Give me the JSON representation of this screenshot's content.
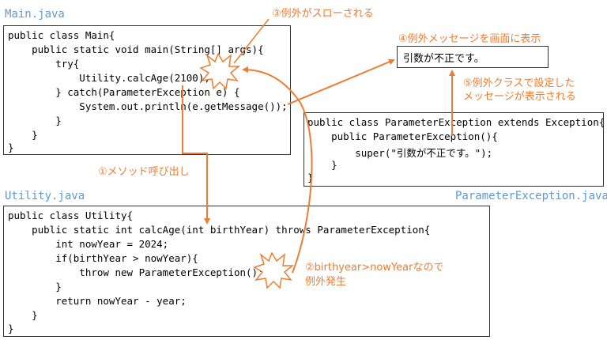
{
  "files": {
    "main": {
      "label": "Main.java",
      "lines": [
        "public class Main{",
        "    public static void main(String[] args){",
        "        try{",
        "            Utility.calcAge(2100);",
        "        } catch(ParameterException e) {",
        "            System.out.println(e.getMessage());",
        "        }",
        "    }",
        "}"
      ]
    },
    "utility": {
      "label": "Utility.java",
      "lines": [
        "public class Utility{",
        "    public static int calcAge(int birthYear) throws ParameterException{",
        "        int nowYear = 2024;",
        "        if(birthYear > nowYear){",
        "            throw new ParameterException();",
        "        }",
        "        return nowYear - year;",
        "    }",
        "}"
      ]
    },
    "exception": {
      "label": "ParameterException.java",
      "lines": [
        "public class ParameterException extends Exception{",
        "    public ParameterException(){",
        "        super(\"引数が不正です。\");",
        "    }",
        "}"
      ]
    }
  },
  "output": {
    "text": "引数が不正です。"
  },
  "annotations": {
    "call": "①メソッド呼び出し",
    "occur_line1": "②birthyear>nowYearなので",
    "occur_line2": "例外発生",
    "thrown": "③例外がスローされる",
    "display": "④例外メッセージを画面に表示",
    "message_line1": "⑤例外クラスで設定した",
    "message_line2": "メッセージが表示される"
  },
  "colors": {
    "arrow": "#ed7d31",
    "file_label": "#5b9bd5",
    "border": "#333333"
  }
}
